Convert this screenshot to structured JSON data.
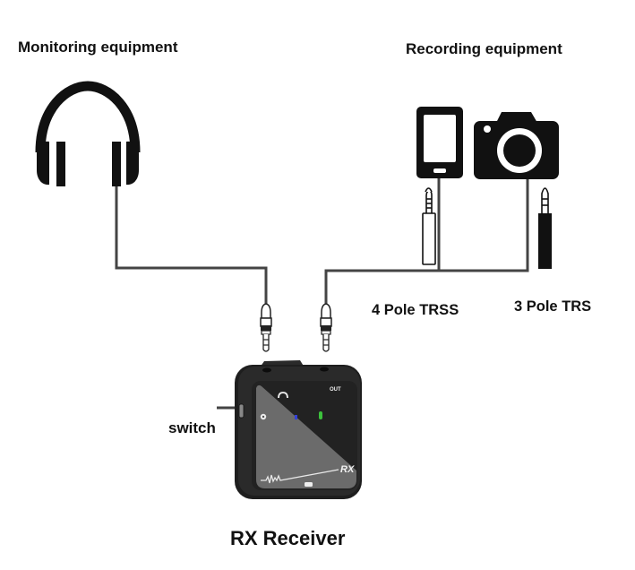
{
  "diagram": {
    "title": "RX Receiver",
    "labels": {
      "monitoring": "Monitoring equipment",
      "recording": "Recording equipment",
      "four_pole": "4 Pole TRSS",
      "three_pole": "3 Pole TRS",
      "switch": "switch"
    },
    "device": {
      "badge": "RX",
      "port_label_out": "OUT",
      "led_green": "#3cc23c",
      "led_blue": "#3340d8"
    },
    "icons": {
      "headphones": "headphones-icon",
      "phone": "smartphone-icon",
      "camera": "camera-icon"
    },
    "colors": {
      "cable": "#444444",
      "ink": "#111111",
      "device_body": "#1e1e1e",
      "device_panel": "#6b6b6b"
    }
  }
}
